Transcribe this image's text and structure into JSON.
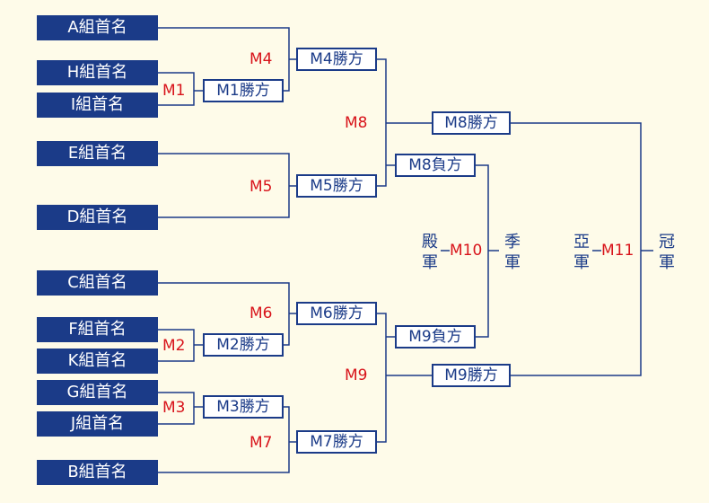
{
  "colors": {
    "background": "#fefbe9",
    "seed_fill": "#1b3b88",
    "seed_text": "#ffffff",
    "box_border": "#1b3b88",
    "line": "#1b3b88",
    "match_label": "#d8141b"
  },
  "seeds": {
    "A": "A組首名",
    "H": "H組首名",
    "I": "I組首名",
    "E": "E組首名",
    "D": "D組首名",
    "C": "C組首名",
    "F": "F組首名",
    "K": "K組首名",
    "G": "G組首名",
    "J": "J組首名",
    "B": "B組首名"
  },
  "results": {
    "m1_winner": "M1勝方",
    "m2_winner": "M2勝方",
    "m3_winner": "M3勝方",
    "m4_winner": "M4勝方",
    "m5_winner": "M5勝方",
    "m6_winner": "M6勝方",
    "m7_winner": "M7勝方",
    "m8_winner": "M8勝方",
    "m9_winner": "M9勝方",
    "m8_loser": "M8負方",
    "m9_loser": "M9負方"
  },
  "matches": {
    "m1": "M1",
    "m2": "M2",
    "m3": "M3",
    "m4": "M4",
    "m5": "M5",
    "m6": "M6",
    "m7": "M7",
    "m8": "M8",
    "m9": "M9",
    "m10": "M10",
    "m11": "M11"
  },
  "places": {
    "fourth": [
      "殿",
      "軍"
    ],
    "third": [
      "季",
      "軍"
    ],
    "second": [
      "亞",
      "軍"
    ],
    "champion": [
      "冠",
      "軍"
    ]
  }
}
